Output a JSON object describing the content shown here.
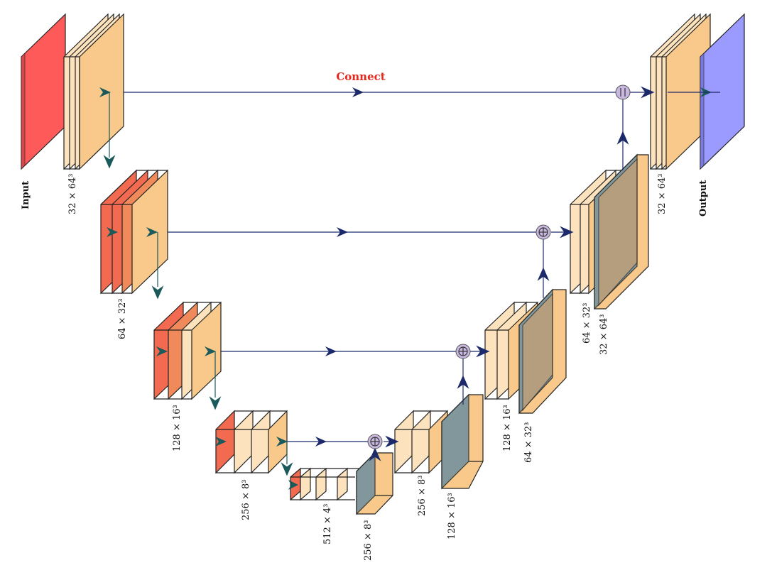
{
  "title": "Connect",
  "colors": {
    "input": "#ff5a5a",
    "output": "#9a9aff",
    "conv": "#f8c98a",
    "conv_light": "#fde3bd",
    "pool": "#f26a4f",
    "unpool": "#6d8fa0",
    "arrow": "#1c2a6b",
    "down_arrow": "#1b5a5a",
    "node": "#c8b8e0",
    "connect": "#e8261b"
  },
  "labels": {
    "input": "Input",
    "output": "Output",
    "enc1": "32 × 64³",
    "enc2": "64 × 32³",
    "enc3": "128 × 16³",
    "enc4": "256 × 8³",
    "bottleneck": "512 × 4³",
    "up4": "256 × 8³",
    "dec4": "256 × 8³",
    "up3": "128 × 16³",
    "dec3": "128 × 16³",
    "up2": "64 × 32³",
    "dec2": "64 × 32³",
    "up1": "32 × 64³",
    "dec1": "32 × 64³"
  },
  "node_symbols": {
    "plus": "⊕",
    "concat": "||"
  }
}
